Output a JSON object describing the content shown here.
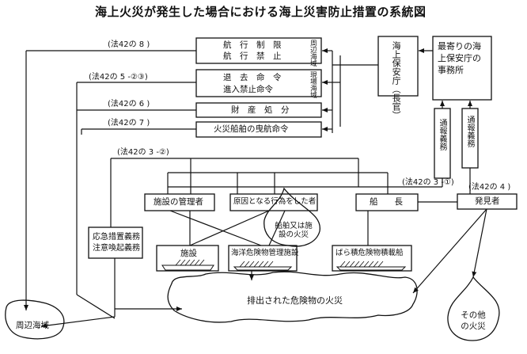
{
  "title": "海上火災が発生した場合における海上災害防止措置の系統図",
  "refs": {
    "r8": "(法42の 8 )",
    "r5": "(法42の 5 -②③)",
    "r6": "(法42の 6 )",
    "r7": "(法42の 7 )",
    "r3_2": "(法42の 3 -②)",
    "r3_1": "(法42の 3 -①)",
    "r4": "(法42の 4 )"
  },
  "measures": {
    "navigation_restrict": "航　行　制　限",
    "navigation_prohibit": "航　行　禁　止",
    "surrounding_waters_tag": "周辺海域",
    "evacuation_order": "退　去　命　令",
    "entry_prohibit_order": "進入禁止命令",
    "site_area_tag": "現場海域",
    "property_disposal": "財　産　処　分",
    "towing_order": "火災船舶の曳航命令"
  },
  "authorities": {
    "coast_guard_chief": "海上保安庁（長官）",
    "nearest_office": "最寄りの海上保安庁の事務所"
  },
  "notification_duty_1": "通報義務",
  "notification_duty_2": "通報義務",
  "actors": {
    "facility_manager": "施設の管理者",
    "cause_actor": "原因となる行為をした者",
    "captain": "船　　長",
    "discoverer": "発見者"
  },
  "ship_fire": "船舶又は施設の火災",
  "emergency_duties": "応急措置義務\n注意喚起義務",
  "facilities": {
    "facility": "施設",
    "marine_facility": "海洋危険物管理施設",
    "bulk_ship": "ばら積危険物積載船"
  },
  "spilled_fire": "排出された危険物の火災",
  "surrounding_area": "周辺海域",
  "other_fire": "その他の火災"
}
